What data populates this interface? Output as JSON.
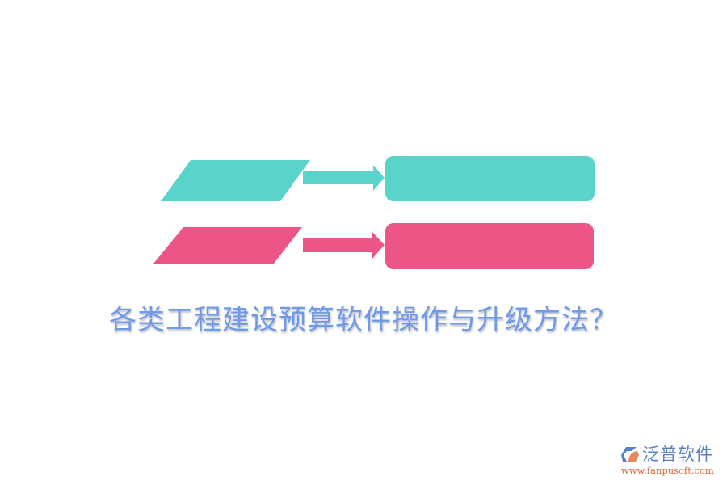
{
  "title": "各类工程建设预算软件操作与升级方法？",
  "colors": {
    "teal": "#5ad3ca",
    "pink": "#ec5687",
    "title_text": "#6f9be6",
    "logo_blue": "#5a7fc4",
    "logo_orange": "#d6693b"
  },
  "diagram": {
    "rows": [
      {
        "name": "row-1",
        "color": "teal",
        "shapes": [
          "parallelogram",
          "arrow",
          "rounded-rectangle"
        ],
        "labels": []
      },
      {
        "name": "row-2",
        "color": "pink",
        "shapes": [
          "parallelogram",
          "arrow",
          "rounded-rectangle"
        ],
        "labels": []
      }
    ]
  },
  "logo": {
    "name": "泛普软件",
    "url": "www.fanpusoft.com",
    "icon": "fanpu-logo-icon"
  }
}
